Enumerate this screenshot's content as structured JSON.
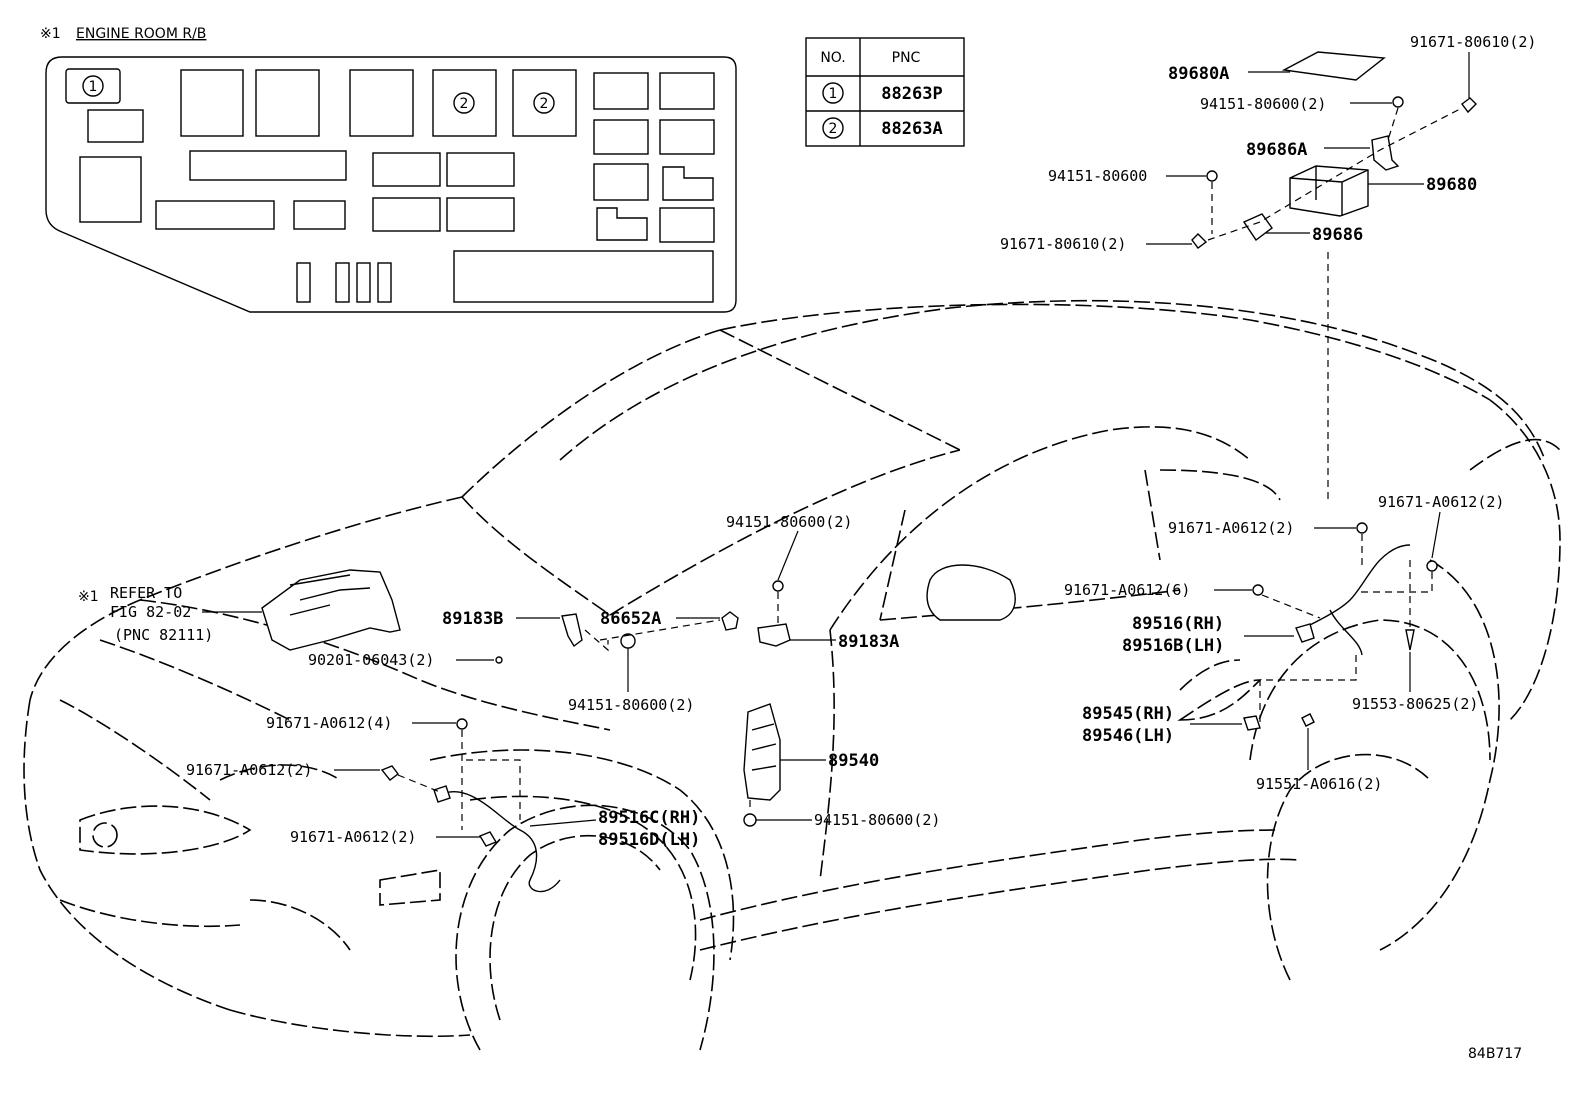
{
  "relay_block": {
    "title_prefix": "※1",
    "title": "ENGINE ROOM R/B",
    "slot_1": "1",
    "slot_2a": "2",
    "slot_2b": "2"
  },
  "pnc_table": {
    "header_no": "NO.",
    "header_pnc": "PNC",
    "rows": [
      {
        "no": "1",
        "pnc": "88263P"
      },
      {
        "no": "2",
        "pnc": "88263A"
      }
    ]
  },
  "refer_note": {
    "mark": "※1",
    "line1": "REFER TO",
    "line2": "FIG 82-02",
    "line3": "(PNC 82111)"
  },
  "labels": {
    "p89680A": "89680A",
    "p91671_80610_top": "91671-80610(2)",
    "p94151_80600_top": "94151-80600(2)",
    "p89686A": "89686A",
    "p94151_80600_mid": "94151-80600",
    "p89680": "89680",
    "p91671_80610_left": "91671-80610(2)",
    "p89686": "89686",
    "p94151_80600_center": "94151-80600(2)",
    "p89183B": "89183B",
    "p86652A": "86652A",
    "p89183A": "89183A",
    "p90201_06043": "90201-06043(2)",
    "p94151_80600_lower": "94151-80600(2)",
    "p91671_A0612_4": "91671-A0612(4)",
    "p91671_A0612_2a": "91671-A0612(2)",
    "p91671_A0612_2b": "91671-A0612(2)",
    "p89516C": "89516C(RH)",
    "p89516D": "89516D(LH)",
    "p89540": "89540",
    "p94151_80600_bottom": "94151-80600(2)",
    "p91671_A0612_rear1": "91671-A0612(2)",
    "p91671_A0612_rear2": "91671-A0612(2)",
    "p91671_A0612_6": "91671-A0612(6)",
    "p89516": "89516(RH)",
    "p89516B": "89516B(LH)",
    "p89545": "89545(RH)",
    "p89546": "89546(LH)",
    "p91553_80625": "91553-80625(2)",
    "p91551_A0616": "91551-A0616(2)",
    "figure_code": "84B717"
  }
}
